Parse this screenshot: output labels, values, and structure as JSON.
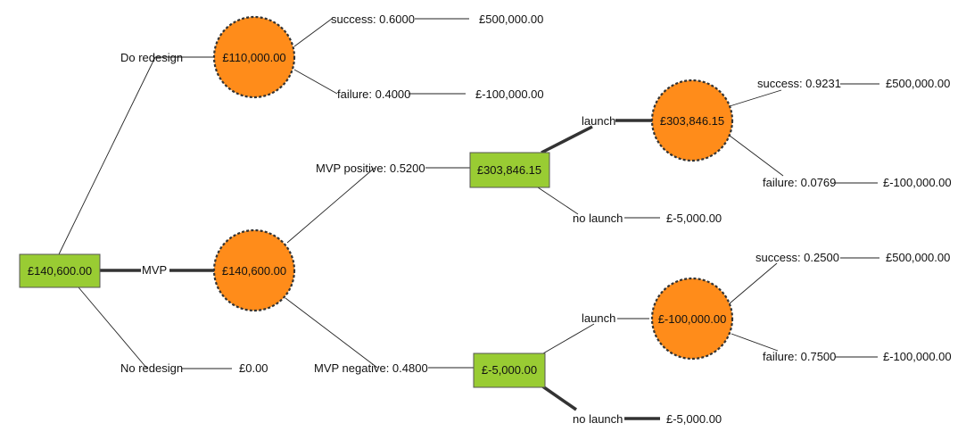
{
  "colors": {
    "decision_fill": "#99cc33",
    "chance_fill": "#ff8c1a",
    "line": "#222222"
  },
  "nodes": {
    "root": "£140,600.00",
    "redesign_chance": "£110,000.00",
    "mvp_chance": "£140,600.00",
    "mvp_pos_decision": "£303,846.15",
    "mvp_neg_decision": "£-5,000.00",
    "pos_launch_chance": "£303,846.15",
    "neg_launch_chance": "£-100,000.00"
  },
  "edges": {
    "do_redesign": "Do redesign",
    "mvp": "MVP",
    "no_redesign": "No redesign",
    "redesign_success": "success: 0.6000",
    "redesign_failure": "failure: 0.4000",
    "mvp_positive": "MVP positive: 0.5200",
    "mvp_negative": "MVP negative: 0.4800",
    "pos_launch": "launch",
    "pos_no_launch": "no launch",
    "neg_launch": "launch",
    "neg_no_launch": "no launch",
    "pos_success": "success: 0.9231",
    "pos_failure": "failure: 0.0769",
    "neg_success": "success: 0.2500",
    "neg_failure": "failure: 0.7500"
  },
  "payoffs": {
    "no_redesign": "£0.00",
    "redesign_success": "£500,000.00",
    "redesign_failure": "£-100,000.00",
    "pos_no_launch": "£-5,000.00",
    "pos_success": "£500,000.00",
    "pos_failure": "£-100,000.00",
    "neg_no_launch": "£-5,000.00",
    "neg_success": "£500,000.00",
    "neg_failure": "£-100,000.00"
  }
}
